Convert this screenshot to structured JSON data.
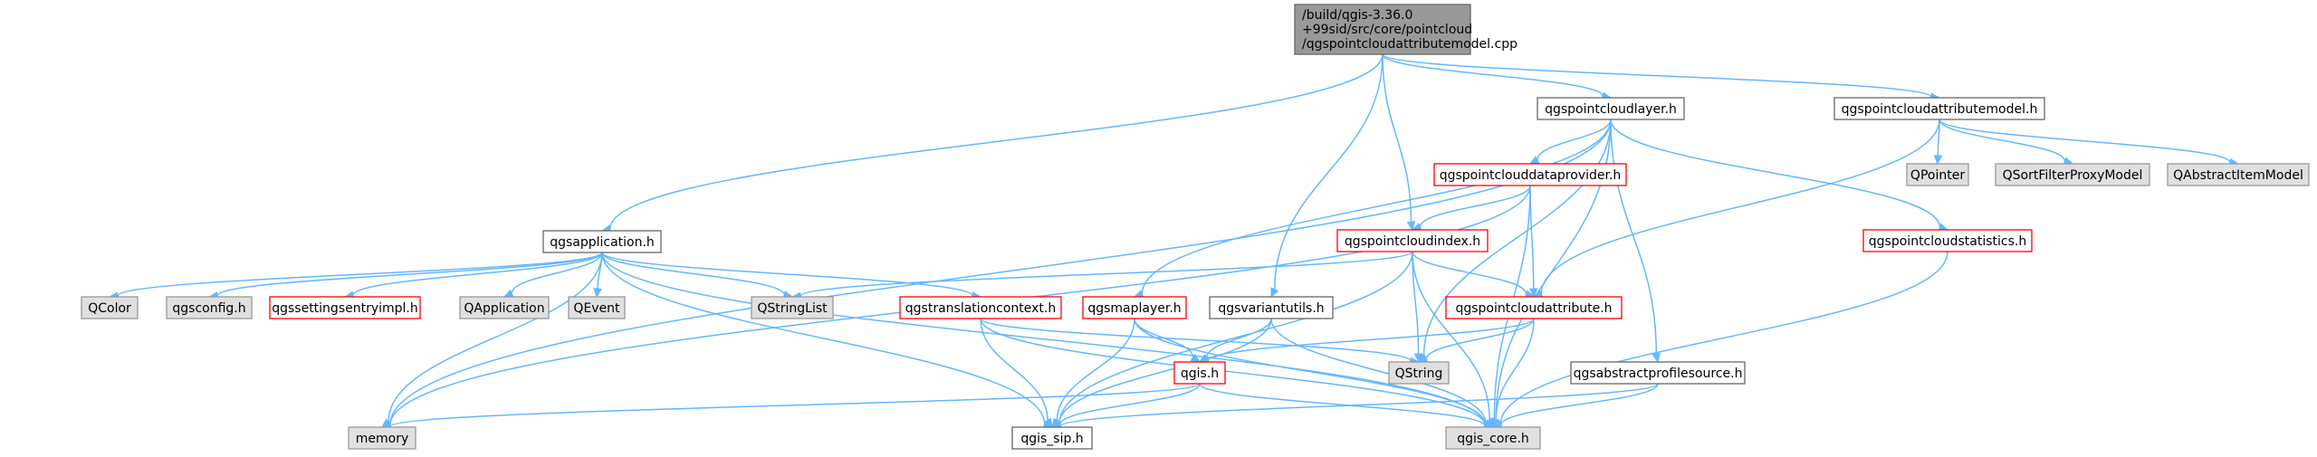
{
  "colors": {
    "edge": "#63b8ff",
    "root_fill": "#999999",
    "root_stroke": "#666666",
    "plain_fill": "#ffffff",
    "plain_stroke": "#666666",
    "red_fill": "#ffffff",
    "red_stroke": "#ff0000",
    "grey_fill": "#e0e0e0",
    "grey_stroke": "#999999"
  },
  "nodes": [
    {
      "id": "root",
      "style": "root",
      "lines": [
        "/build/qgis-3.36.0",
        "+99sid/src/core/pointcloud",
        "/qgspointcloudattributemodel.cpp"
      ]
    },
    {
      "id": "pointcloudlayer",
      "style": "plain",
      "lines": [
        "qgspointcloudlayer.h"
      ]
    },
    {
      "id": "attributemodel",
      "style": "plain",
      "lines": [
        "qgspointcloudattributemodel.h"
      ]
    },
    {
      "id": "application",
      "style": "plain",
      "lines": [
        "qgsapplication.h"
      ]
    },
    {
      "id": "variantutils",
      "style": "plain",
      "lines": [
        "qgsvariantutils.h"
      ]
    },
    {
      "id": "dataprovider",
      "style": "red",
      "lines": [
        "qgspointclouddataprovider.h"
      ]
    },
    {
      "id": "index",
      "style": "red",
      "lines": [
        "qgspointcloudindex.h"
      ]
    },
    {
      "id": "attribute",
      "style": "red",
      "lines": [
        "qgspointcloudattribute.h"
      ]
    },
    {
      "id": "statistics",
      "style": "red",
      "lines": [
        "qgspointcloudstatistics.h"
      ]
    },
    {
      "id": "qpointer",
      "style": "grey",
      "lines": [
        "QPointer"
      ]
    },
    {
      "id": "qsortfilter",
      "style": "grey",
      "lines": [
        "QSortFilterProxyModel"
      ]
    },
    {
      "id": "qabstractitem",
      "style": "grey",
      "lines": [
        "QAbstractItemModel"
      ]
    },
    {
      "id": "qcolor",
      "style": "grey",
      "lines": [
        "QColor"
      ]
    },
    {
      "id": "config",
      "style": "grey",
      "lines": [
        "qgsconfig.h"
      ]
    },
    {
      "id": "settingsentry",
      "style": "red",
      "lines": [
        "qgssettingsentryimpl.h"
      ]
    },
    {
      "id": "qapplication",
      "style": "grey",
      "lines": [
        "QApplication"
      ]
    },
    {
      "id": "qevent",
      "style": "grey",
      "lines": [
        "QEvent"
      ]
    },
    {
      "id": "qstringlist",
      "style": "grey",
      "lines": [
        "QStringList"
      ]
    },
    {
      "id": "translation",
      "style": "red",
      "lines": [
        "qgstranslationcontext.h"
      ]
    },
    {
      "id": "maplayer",
      "style": "red",
      "lines": [
        "qgsmaplayer.h"
      ]
    },
    {
      "id": "qgis",
      "style": "red",
      "lines": [
        "qgis.h"
      ]
    },
    {
      "id": "qstring",
      "style": "grey",
      "lines": [
        "QString"
      ]
    },
    {
      "id": "profilesource",
      "style": "plain",
      "lines": [
        "qgsabstractprofilesource.h"
      ]
    },
    {
      "id": "memory",
      "style": "grey",
      "lines": [
        "memory"
      ]
    },
    {
      "id": "sip",
      "style": "plain",
      "lines": [
        "qgis_sip.h"
      ]
    },
    {
      "id": "core",
      "style": "grey",
      "lines": [
        "qgis_core.h"
      ]
    }
  ],
  "edges": [
    [
      "root",
      "pointcloudlayer"
    ],
    [
      "root",
      "attributemodel"
    ],
    [
      "root",
      "application"
    ],
    [
      "root",
      "variantutils"
    ],
    [
      "root",
      "index"
    ],
    [
      "pointcloudlayer",
      "memory"
    ],
    [
      "pointcloudlayer",
      "dataprovider"
    ],
    [
      "pointcloudlayer",
      "maplayer"
    ],
    [
      "pointcloudlayer",
      "statistics"
    ],
    [
      "pointcloudlayer",
      "qstring"
    ],
    [
      "pointcloudlayer",
      "profilesource"
    ],
    [
      "pointcloudlayer",
      "core"
    ],
    [
      "attributemodel",
      "qpointer"
    ],
    [
      "attributemodel",
      "qsortfilter"
    ],
    [
      "attributemodel",
      "qabstractitem"
    ],
    [
      "attributemodel",
      "attribute"
    ],
    [
      "dataprovider",
      "index"
    ],
    [
      "dataprovider",
      "attribute"
    ],
    [
      "dataprovider",
      "memory"
    ],
    [
      "dataprovider",
      "core"
    ],
    [
      "index",
      "qstringlist"
    ],
    [
      "index",
      "attribute"
    ],
    [
      "index",
      "qstring"
    ],
    [
      "index",
      "sip"
    ],
    [
      "index",
      "core"
    ],
    [
      "application",
      "qcolor"
    ],
    [
      "application",
      "config"
    ],
    [
      "application",
      "settingsentry"
    ],
    [
      "application",
      "qapplication"
    ],
    [
      "application",
      "qevent"
    ],
    [
      "application",
      "qstringlist"
    ],
    [
      "application",
      "translation"
    ],
    [
      "application",
      "memory"
    ],
    [
      "application",
      "sip"
    ],
    [
      "application",
      "core"
    ],
    [
      "variantutils",
      "qgis"
    ],
    [
      "variantutils",
      "sip"
    ],
    [
      "variantutils",
      "core"
    ],
    [
      "attribute",
      "qgis"
    ],
    [
      "attribute",
      "qstring"
    ],
    [
      "attribute",
      "core"
    ],
    [
      "statistics",
      "core"
    ],
    [
      "translation",
      "qstring"
    ],
    [
      "translation",
      "sip"
    ],
    [
      "translation",
      "core"
    ],
    [
      "maplayer",
      "qgis"
    ],
    [
      "maplayer",
      "sip"
    ],
    [
      "maplayer",
      "core"
    ],
    [
      "qgis",
      "memory"
    ],
    [
      "qgis",
      "sip"
    ],
    [
      "qgis",
      "core"
    ],
    [
      "profilesource",
      "sip"
    ],
    [
      "profilesource",
      "core"
    ]
  ]
}
